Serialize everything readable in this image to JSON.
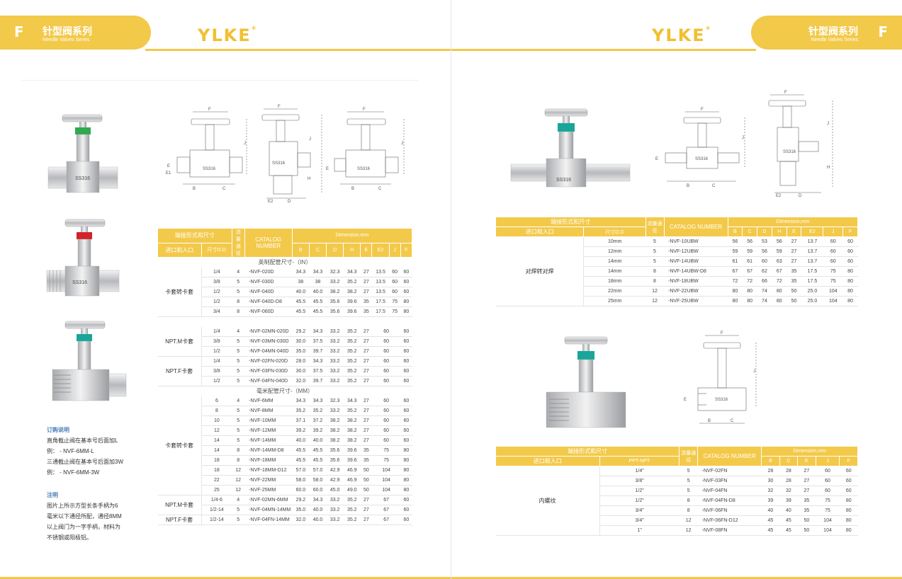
{
  "header": {
    "letter": "F",
    "title_cn": "针型阀系列",
    "title_en": "Needle Valves Series",
    "brand": "YLKE",
    "reg": "®"
  },
  "drawings": {
    "F": "F",
    "J": "J",
    "H": "H",
    "B": "B",
    "C": "C",
    "E": "E",
    "E1": "E1",
    "E2": "E2",
    "D": "D",
    "SS316": "SS316"
  },
  "left": {
    "table": {
      "h_conn": "端接形式和尺寸",
      "h_flow": "流量通径",
      "h_cat": "CATALOG NUMBER",
      "h_dim": "Dimension,mm",
      "h_inlet": "进口和入口",
      "h_od": "尺寸O.D",
      "cols": [
        "B",
        "C",
        "D",
        "H",
        "E",
        "E2",
        "J",
        "F"
      ],
      "sec_in": "英制配管尺寸-（IN）",
      "sec_mm": "毫米配管尺寸-（MM）",
      "g1": {
        "label": "卡套转卡套",
        "rows": [
          [
            "1/4",
            "4",
            "-NVF-020D",
            "34.3",
            "34.3",
            "32.3",
            "34.3",
            "27",
            "13.5",
            "60",
            "60"
          ],
          [
            "3/8",
            "5",
            "-NVF-030D",
            "38",
            "38",
            "33.2",
            "35.2",
            "27",
            "13.5",
            "60",
            "60"
          ],
          [
            "1/2",
            "5",
            "-NVF-040D",
            "40.0",
            "40.0",
            "38.2",
            "38.2",
            "27",
            "13.5",
            "60",
            "60"
          ],
          [
            "1/2",
            "8",
            "-NVF-040D-D8",
            "45.5",
            "45.5",
            "35.6",
            "39.6",
            "35",
            "17.5",
            "75",
            "80"
          ],
          [
            "3/4",
            "8",
            "-NVF-060D",
            "45.5",
            "45.5",
            "35.6",
            "39.6",
            "35",
            "17.5",
            "75",
            "80"
          ]
        ]
      },
      "g2": {
        "label": "NPT.M卡套",
        "rows": [
          [
            "1/4",
            "4",
            "-NVF-02MN-020D",
            "29.2",
            "34.3",
            "33.2",
            "35.2",
            "27",
            "60",
            "60"
          ],
          [
            "3/8",
            "5",
            "-NVF-03MN-030D",
            "30.0",
            "37.5",
            "33.2",
            "35.2",
            "27",
            "60",
            "60"
          ],
          [
            "1/2",
            "5",
            "-NVF-04MN-040D",
            "35.0",
            "39.7",
            "33.2",
            "35.2",
            "27",
            "60",
            "60"
          ]
        ]
      },
      "g3": {
        "label": "NPT.F卡套",
        "rows": [
          [
            "1/4",
            "5",
            "-NVF-02FN-020D",
            "28.0",
            "34.3",
            "33.2",
            "35.2",
            "27",
            "60",
            "60"
          ],
          [
            "3/8",
            "5",
            "-NVF-03FN-030D",
            "30.0",
            "37.5",
            "33.2",
            "35.2",
            "27",
            "60",
            "60"
          ],
          [
            "1/2",
            "5",
            "-NVF-04FN-040D",
            "32.0",
            "39.7",
            "33.2",
            "35.2",
            "27",
            "60",
            "60"
          ]
        ]
      },
      "g4": {
        "label": "卡套转卡套",
        "rows": [
          [
            "6",
            "4",
            "-NVF-6MM",
            "34.3",
            "34.3",
            "32.3",
            "34.3",
            "27",
            "60",
            "60"
          ],
          [
            "8",
            "5",
            "-NVF-8MM",
            "35.2",
            "35.2",
            "33.2",
            "35.2",
            "27",
            "60",
            "60"
          ],
          [
            "10",
            "5",
            "-NVF-10MM",
            "37.1",
            "37.2",
            "38.2",
            "38.2",
            "27",
            "60",
            "60"
          ],
          [
            "12",
            "5",
            "-NVF-12MM",
            "39.2",
            "39.2",
            "38.2",
            "38.2",
            "27",
            "60",
            "60"
          ],
          [
            "14",
            "5",
            "-NVF-14MM",
            "40.0",
            "40.0",
            "38.2",
            "38.2",
            "27",
            "60",
            "60"
          ],
          [
            "14",
            "8",
            "-NVF-14MM-D8",
            "45.5",
            "45.5",
            "35.6",
            "39.6",
            "35",
            "75",
            "80"
          ],
          [
            "18",
            "8",
            "-NVF-18MM",
            "45.5",
            "45.5",
            "35.6",
            "39.6",
            "35",
            "75",
            "80"
          ],
          [
            "18",
            "12",
            "-NVF-18MM-D12",
            "57.0",
            "57.0",
            "42.9",
            "46.9",
            "50",
            "104",
            "80"
          ],
          [
            "22",
            "12",
            "-NVF-22MM",
            "58.0",
            "58.0",
            "42.9",
            "46.9",
            "50",
            "104",
            "80"
          ],
          [
            "25",
            "12",
            "-NVF-25MM",
            "60.0",
            "60.0",
            "45.0",
            "49.0",
            "50",
            "104",
            "80"
          ]
        ]
      },
      "g5": {
        "label": "NPT.M卡套",
        "rows": [
          [
            "1/4-6",
            "4",
            "-NVF-02MN-6MM",
            "29.2",
            "34.3",
            "33.2",
            "35.2",
            "27",
            "67",
            "60"
          ],
          [
            "1/2-14",
            "5",
            "-NVF-04MN-14MM",
            "35.0",
            "40.0",
            "33.2",
            "35.2",
            "27",
            "67",
            "60"
          ]
        ]
      },
      "g6": {
        "label": "NPT.F卡套",
        "rows": [
          [
            "1/2-14",
            "5",
            "-NVF-04FN-14MM",
            "32.0",
            "40.0",
            "33.2",
            "35.2",
            "27",
            "67",
            "60"
          ]
        ]
      }
    },
    "notes": {
      "order_title": "订购说明",
      "order_1": "直角截止阀在基本号后面加L",
      "order_2": "例：  - NVF-6MM-L",
      "order_3": "三通截止阀在基本号后面加3W",
      "order_4": "例：  - NVF-6MM-3W",
      "note_title": "注明",
      "note_1": "图片上所示方型长条手柄为6",
      "note_2": "毫米以下通径所配，通径8MM",
      "note_3": "以上阀门为一字手柄，材料为",
      "note_4": "不锈钢或阳极铝。"
    }
  },
  "right": {
    "table1": {
      "h_conn": "端接形式和尺寸",
      "h_flow": "流量通径",
      "h_cat": "CATALOG NUMBER",
      "h_dim": "Dimension,mm",
      "h_inlet": "进口和入口",
      "h_od": "尺寸O.D",
      "cols": [
        "B",
        "C",
        "D",
        "H",
        "E",
        "E2",
        "J",
        "F"
      ],
      "label": "对焊转对焊",
      "rows": [
        [
          "10mm",
          "5",
          "-NVF-10UBW",
          "56",
          "56",
          "53",
          "56",
          "27",
          "13.7",
          "60",
          "60"
        ],
        [
          "12mm",
          "5",
          "-NVF-12UBW",
          "59",
          "59",
          "56",
          "59",
          "27",
          "13.7",
          "60",
          "60"
        ],
        [
          "14mm",
          "5",
          "-NVF-14UBW",
          "61",
          "61",
          "60",
          "63",
          "27",
          "13.7",
          "60",
          "60"
        ],
        [
          "14mm",
          "8",
          "-NVF-14UBW-D8",
          "67",
          "67",
          "62",
          "67",
          "35",
          "17.5",
          "75",
          "80"
        ],
        [
          "18mm",
          "8",
          "-NVF-18UBW",
          "72",
          "72",
          "66",
          "72",
          "35",
          "17.5",
          "75",
          "80"
        ],
        [
          "22mm",
          "12",
          "-NVF-22UBW",
          "80",
          "80",
          "74",
          "80",
          "50",
          "25.0",
          "104",
          "80"
        ],
        [
          "25mm",
          "12",
          "-NVF-25UBW",
          "80",
          "80",
          "74",
          "80",
          "50",
          "25.0",
          "104",
          "80"
        ]
      ]
    },
    "table2": {
      "h_conn": "端接形式和尺寸",
      "h_flow": "流量通径",
      "h_cat": "CATALOG NUMBER",
      "h_dim": "Dimension,mm",
      "h_inlet": "进口和入口",
      "h_pt": "PPT-NPT",
      "cols": [
        "B",
        "C",
        "E",
        "J",
        "F"
      ],
      "label": "内螺纹",
      "rows": [
        [
          "1/4\"",
          "5",
          "-NVF-02FN",
          "28",
          "28",
          "27",
          "60",
          "60"
        ],
        [
          "3/8\"",
          "5",
          "-NVF-03FN",
          "30",
          "28",
          "27",
          "60",
          "60"
        ],
        [
          "1/2\"",
          "5",
          "-NVF-04FN",
          "32",
          "32",
          "27",
          "60",
          "60"
        ],
        [
          "1/2\"",
          "8",
          "-NVF-04FN-D8",
          "39",
          "39",
          "35",
          "75",
          "80"
        ],
        [
          "3/4\"",
          "8",
          "-NVF-06FN",
          "40",
          "40",
          "35",
          "75",
          "80"
        ],
        [
          "3/4\"",
          "12",
          "-NVF-06FN-D12",
          "45",
          "45",
          "50",
          "104",
          "80"
        ],
        [
          "1\"",
          "12",
          "-NVF-08FN",
          "45",
          "45",
          "50",
          "104",
          "80"
        ]
      ]
    }
  }
}
